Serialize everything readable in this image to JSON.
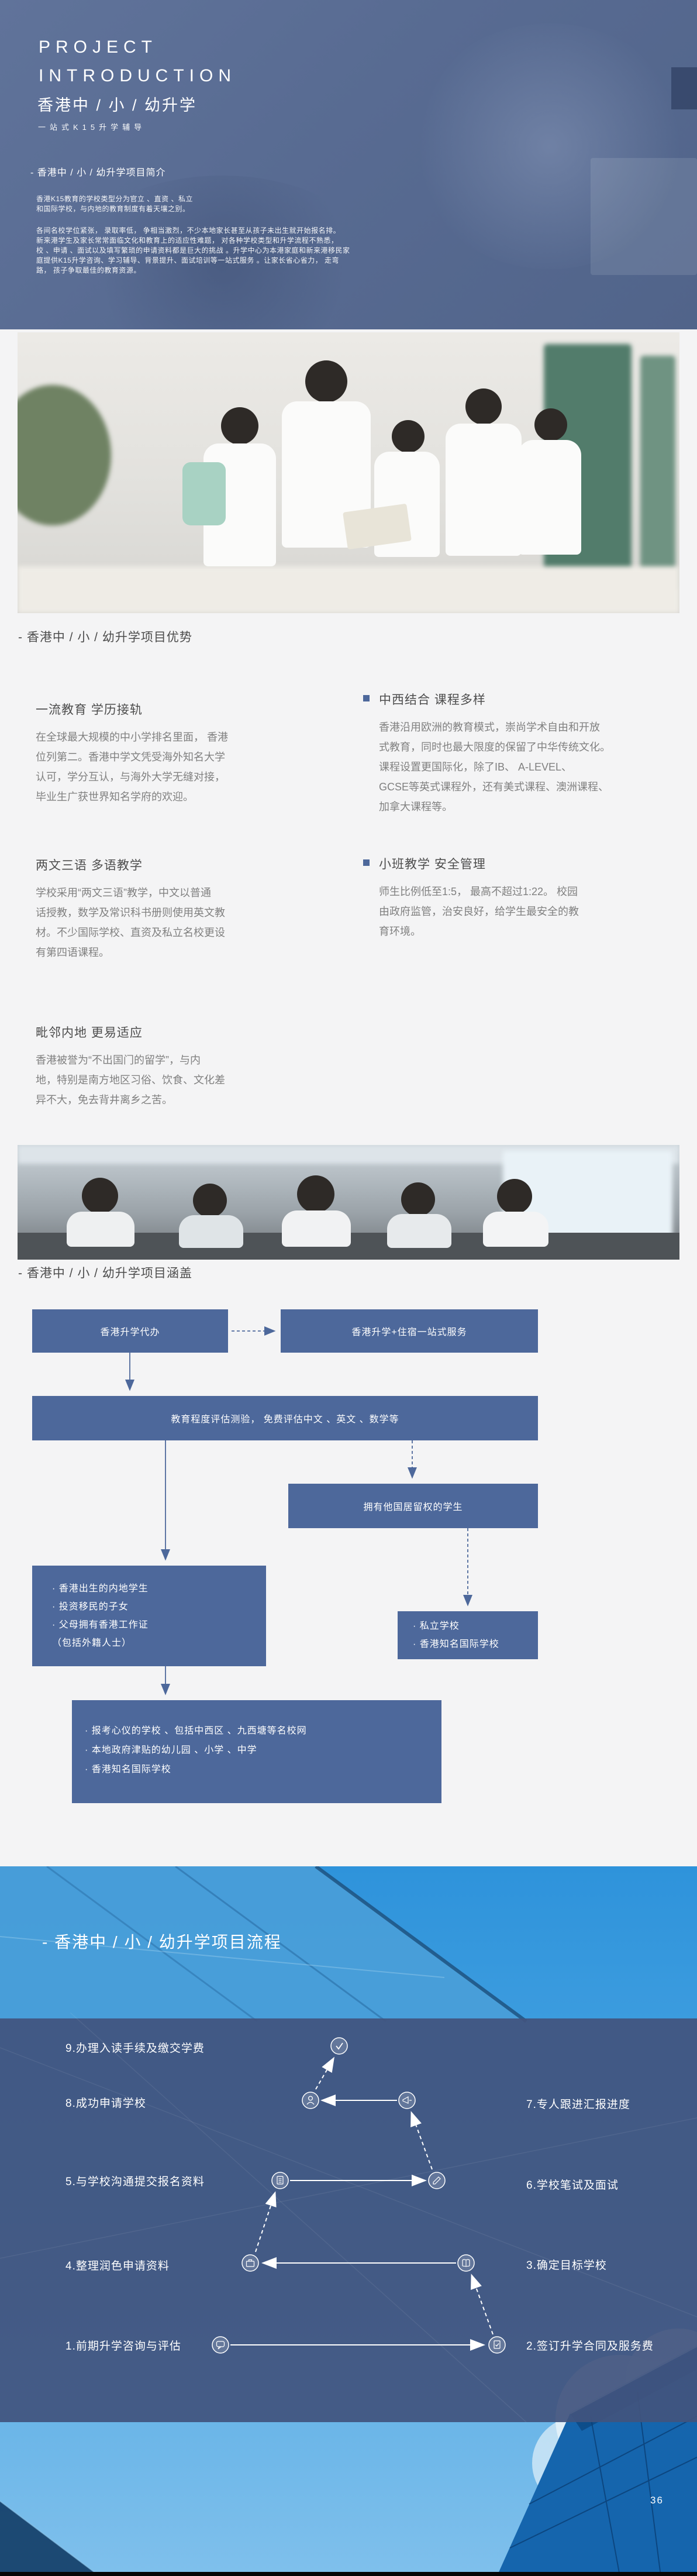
{
  "page_number": "36",
  "header": {
    "eyebrow_line1": "PROJECT",
    "eyebrow_line2": "INTRODUCTION",
    "title": "香港中 / 小 / 幼升学",
    "subtitle": "一站式K15升学辅导",
    "section_label": "- 香港中 / 小 / 幼升学项目简介",
    "intro_lines": [
      "香港K15教育的学校类型分为官立 、直资 、私立",
      "和国际学校，与内地的教育制度有着天壤之别。"
    ],
    "detail_lines": [
      "各间名校学位紧张， 录取率低， 争相当激烈，不少本地家长甚至从孩子未出生就开始报名排。",
      "新来港学生及家长常常面临文化和教育上的适应性难题， 对各种学校类型和升学流程不熟悉，",
      "校 、申请 、面试以及填写繁琐的申请资料都是巨大的挑战 。升学中心为本港家庭和新来港移民家",
      "庭提供K15升学咨询、学习辅导、背景提升、面试培训等一站式服务 。让家长省心省力， 走弯",
      "路， 孩子争取最佳的教育资源。"
    ]
  },
  "advantages": {
    "title": "- 香港中 / 小 / 幼升学项目优势",
    "left": [
      {
        "heading": "一流教育 学历接轨",
        "lines": [
          "在全球最大规模的中小学排名里面， 香港",
          "位列第二。香港中学文凭受海外知名大学",
          "认可，学分互认，与海外大学无缝对接，",
          "毕业生广获世界知名学府的欢迎。"
        ]
      },
      {
        "heading": "两文三语 多语教学",
        "lines": [
          "学校采用“两文三语”教学，中文以普通",
          "话授教，数学及常识科书册则使用英文教",
          "材。不少国际学校、直资及私立名校更设",
          "有第四语课程。"
        ]
      },
      {
        "heading": "毗邻内地 更易适应",
        "lines": [
          "香港被誉为“不出国门的留学”，与内",
          "地，特别是南方地区习俗、饮食、文化差",
          "异不大，免去背井离乡之苦。"
        ]
      }
    ],
    "right": [
      {
        "heading": "中西结合 课程多样",
        "lines": [
          "香港沿用欧洲的教育模式，崇尚学术自由和开放",
          "式教育，同时也最大限度的保留了中华传统文化。",
          "课程设置更国际化，除了IB、 A-LEVEL、",
          "GCSE等英式课程外，还有美式课程、澳洲课程、",
          "加拿大课程等。"
        ]
      },
      {
        "heading": "小班教学 安全管理",
        "lines": [
          "师生比例低至1:5，  最高不超过1:22。 校园",
          "由政府监管，治安良好，给学生最安全的教",
          "育环境。"
        ]
      }
    ]
  },
  "coverage": {
    "title": "- 香港中 / 小 / 幼升学项目涵盖",
    "box_agent": "香港升学代办",
    "box_one_stop": "香港升学+住宿一站式服务",
    "box_assessment": "教育程度评估测验，  免费评估中文 、英文 、数学等",
    "box_foreign": "拥有他国居留权的学生",
    "box_eligible_lines": [
      "· 香港出生的内地学生",
      "· 投资移民的子女",
      "· 父母拥有香港工作证",
      "（包括外籍人士）"
    ],
    "box_private_lines": [
      "· 私立学校",
      "· 香港知名国际学校"
    ],
    "box_apply_lines": [
      "· 报考心仪的学校 、包括中西区 、九西塘等名校网",
      "· 本地政府津贴的幼儿园 、小学 、中学",
      "· 香港知名国际学校"
    ]
  },
  "process": {
    "title": "- 香港中 / 小 / 幼升学项目流程",
    "steps": [
      {
        "label": "9.办理入读手续及缴交学费",
        "side": "left",
        "icon": "check-icon"
      },
      {
        "label": "8.成功申请学校",
        "side": "left",
        "icon": "person-icon"
      },
      {
        "label": "7.专人跟进汇报进度",
        "side": "right",
        "icon": "megaphone-icon"
      },
      {
        "label": "5.与学校沟通提交报名资料",
        "side": "left",
        "icon": "document-icon"
      },
      {
        "label": "6.学校笔试及面试",
        "side": "right",
        "icon": "pencil-icon"
      },
      {
        "label": "4.整理润色申请资料",
        "side": "left",
        "icon": "briefcase-icon"
      },
      {
        "label": "3.确定目标学校",
        "side": "right",
        "icon": "book-icon"
      },
      {
        "label": "1.前期升学咨询与评估",
        "side": "left",
        "icon": "chat-icon"
      },
      {
        "label": "2.签订升学合同及服务费",
        "side": "right",
        "icon": "contract-icon"
      }
    ],
    "accent_color": "#4d689b",
    "sky_color": "#2e93db"
  }
}
